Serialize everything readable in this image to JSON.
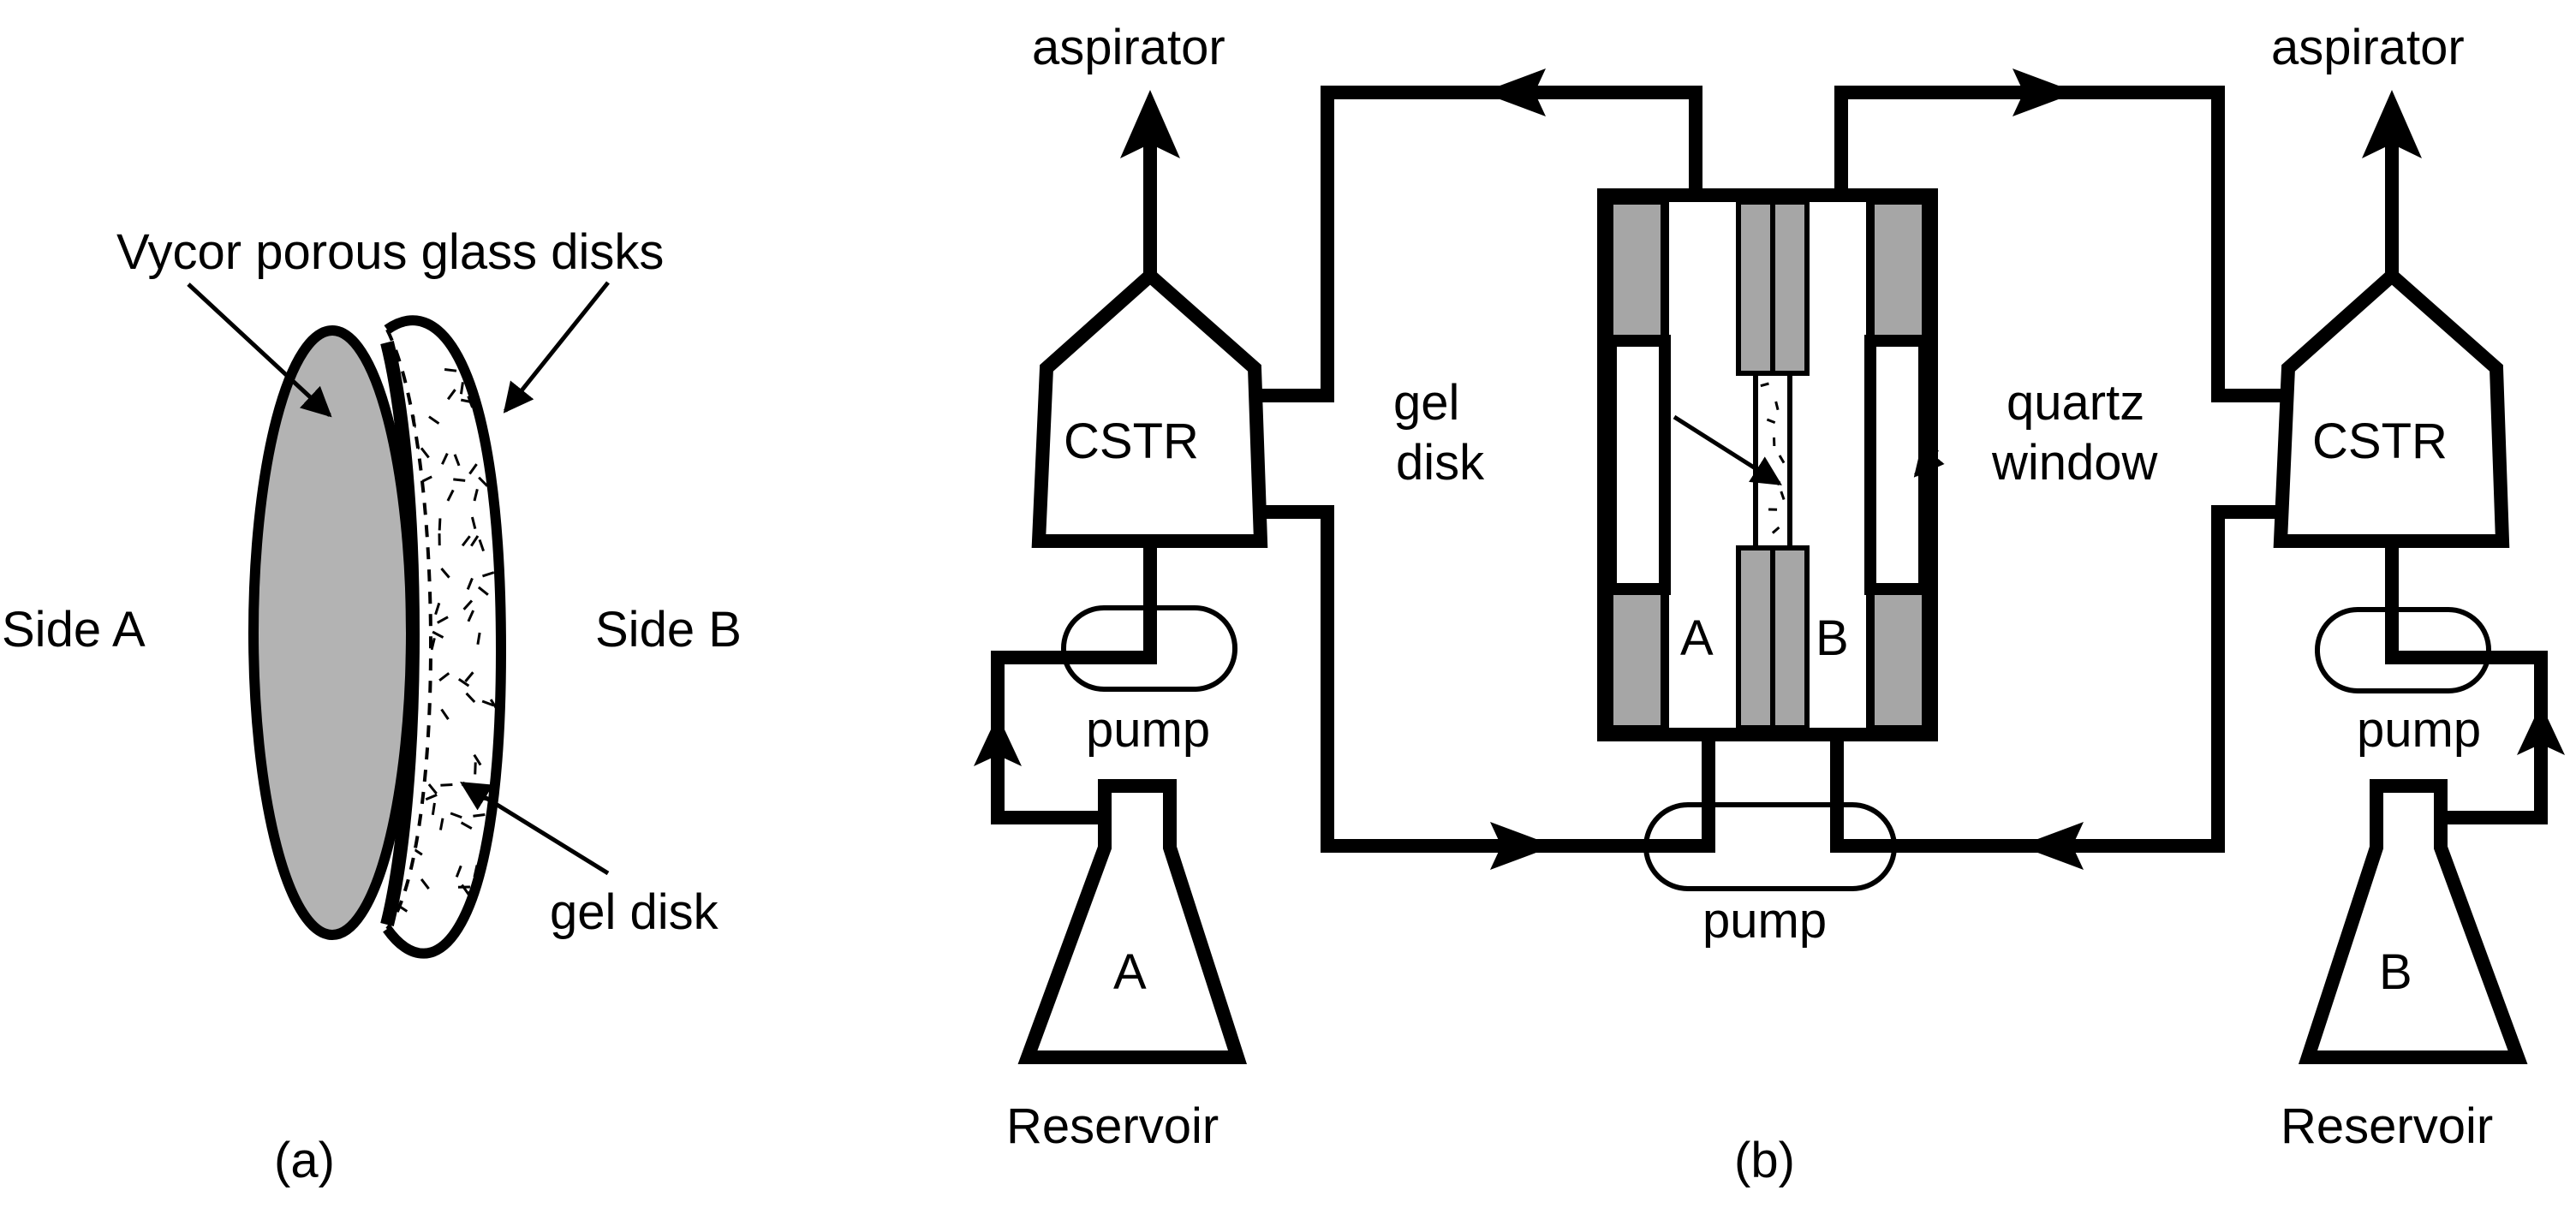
{
  "panel_a": {
    "caption": "(a)",
    "label_vycor": "Vycor porous glass disks",
    "label_gel": "gel disk",
    "side_a": "Side A",
    "side_b": "Side B"
  },
  "panel_b": {
    "caption": "(b)",
    "left": {
      "aspirator": "aspirator",
      "cstr": "CSTR",
      "pump": "pump",
      "flask": "A",
      "reservoir": "Reservoir"
    },
    "right": {
      "aspirator": "aspirator",
      "cstr": "CSTR",
      "pump": "pump",
      "flask": "B",
      "reservoir": "Reservoir"
    },
    "cell": {
      "gel_line1": "gel",
      "gel_line2": "disk",
      "quartz_line1": "quartz",
      "quartz_line2": "window",
      "chamber_a": "A",
      "chamber_b": "B"
    },
    "bottom_pump": "pump"
  }
}
